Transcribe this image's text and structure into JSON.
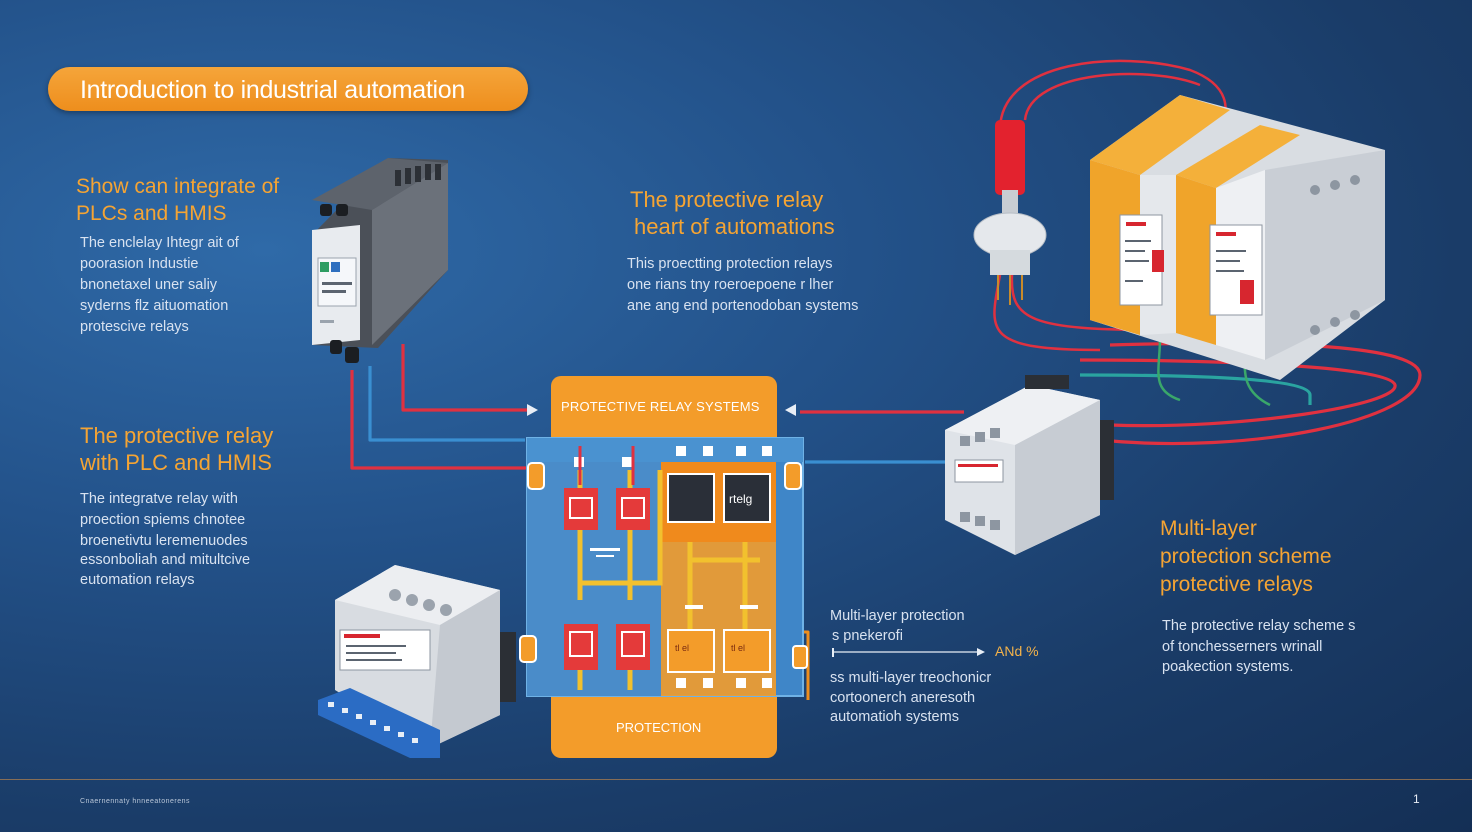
{
  "title": "Introduction to industrial automation",
  "section_left_top": {
    "heading_line1": "Show can integrate of",
    "heading_line2": "PLCs and HMIS",
    "body": [
      "The enclelay Ihtegr ait of",
      "poorasion Industie",
      "bnonetaxel uner saliy",
      "syderns flz aituomation",
      "protescive relays"
    ]
  },
  "section_center_top": {
    "heading_line1": "The protective relay",
    "heading_line2": "heart of automations",
    "body": [
      "This proectting protection relays",
      "one rians tny roeroepoene r lher",
      "ane ang end portenodoban systems"
    ]
  },
  "section_left_mid": {
    "heading_line1": "The protective relay",
    "heading_line2": "with PLC and HMIS",
    "body": [
      "The integratve relay with",
      "proection spiems chnotee",
      "broenetivtu leremenuodes",
      "essonboliah and mitultcive",
      "eutomation relays"
    ]
  },
  "diagram": {
    "header_label": "PROTECTIVE RELAY SYSTEMS",
    "footer_label": "PROTECTION",
    "relay_label": "rtelg",
    "lower_label": "tl el"
  },
  "section_right": {
    "heading": [
      "Multi-layer",
      "protection scheme",
      "protective relays"
    ],
    "body": [
      "The protective relay scheme s",
      "of tonchesserners wrinall",
      "poakection systems."
    ]
  },
  "annotation": {
    "line1": "Multi-layer protection",
    "line2": "s pnekerofi",
    "value": "ANd %",
    "body": [
      "ss multi-layer treochonicr",
      "cortoonerch aneresoth",
      "automatioh systems"
    ]
  },
  "footer": {
    "source": "Cnaernennaty hnneeatonerens",
    "page": "1"
  },
  "colors": {
    "background": "#1f4a7e",
    "accent_orange": "#f39c2a",
    "wire_red": "#e03140",
    "wire_blue": "#3a8fd1"
  }
}
